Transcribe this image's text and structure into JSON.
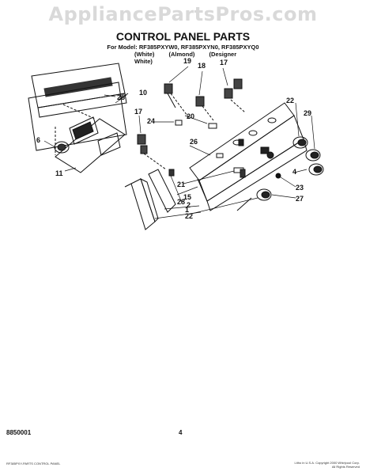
{
  "watermark": "AppliancePartsPros.com",
  "title": "CONTROL PANEL PARTS",
  "models": "For Model: RF385PXYW0, RF385PXYN0, RF385PXYQ0",
  "variants": [
    "(White)",
    "(Almond)",
    "(Designer White)"
  ],
  "callouts": [
    "19",
    "18",
    "17",
    "25",
    "10",
    "17",
    "24",
    "20",
    "22",
    "29",
    "6",
    "26",
    "11",
    "4",
    "21",
    "23",
    "15",
    "27",
    "2",
    "28",
    "1",
    "22"
  ],
  "footer": {
    "doc_number": "8850001",
    "page": "4"
  },
  "fine_print": {
    "left": "RF385PXY-PARTS CONTROL PANEL",
    "right": "Litho in U.S.A. Copyright 2000 Whirlpool Corp. All Rights Reserved"
  }
}
